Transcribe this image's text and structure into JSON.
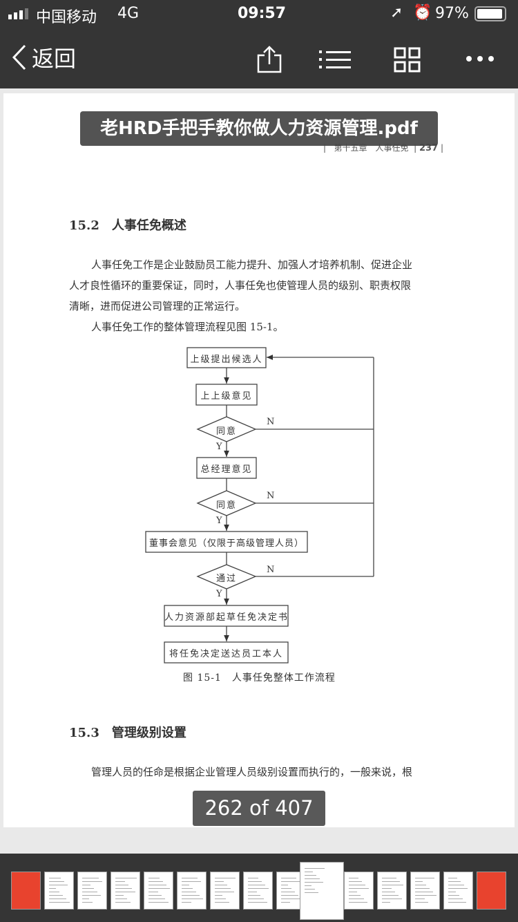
{
  "status_bar": {
    "carrier": "中国移动",
    "network": "4G",
    "time": "09:57",
    "battery": "97%"
  },
  "nav": {
    "back_label": "返回",
    "icons": [
      "share-icon",
      "list-icon",
      "grid-icon",
      "more-icon"
    ]
  },
  "document": {
    "title_overlay": "老HRD手把手教你做人力资源管理.pdf",
    "running_header": {
      "chapter": "第十五章　人事任免",
      "page": "237"
    },
    "section1_heading": "15.2　人事任免概述",
    "para1_lines": [
      "人事任免工作是企业鼓励员工能力提升、加强人才培养机制、促进企业",
      "人才良性循环的重要保证，同时，人事任免也使管理人员的级别、职责权限",
      "清晰，进而促进公司管理的正常运行。"
    ],
    "para2": "人事任免工作的整体管理流程见图 15-1。",
    "flowchart": {
      "steps": [
        "上级提出候选人",
        "上上级意见",
        "同意",
        "总经理意见",
        "同意",
        "董事会意见（仅限于高级管理人员）",
        "通过",
        "人力资源部起草任免决定书",
        "将任免决定送达员工本人"
      ],
      "yes": "Y",
      "no": "N",
      "caption": "图 15-1　人事任免整体工作流程"
    },
    "section2_heading": "15.3　管理级别设置",
    "para3": "管理人员的任命是根据企业管理人员级别设置而执行的，一般来说，根",
    "page_indicator": "262 of 407"
  },
  "colors": {
    "bar": "#353535",
    "thumb_red": "#e8432e"
  }
}
